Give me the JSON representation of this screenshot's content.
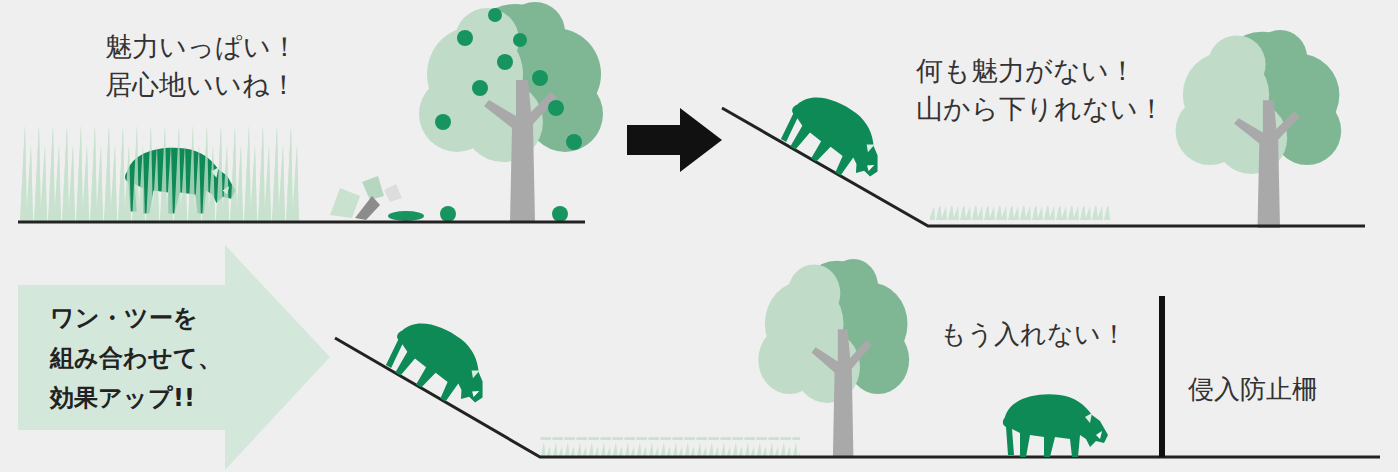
{
  "diagram": {
    "nodes": [
      {
        "text": [
          "ワン・ツーを 組み合わせて、 効果アップ!!"
        ]
      }
    ],
    "labels": [
      "魅力いっぱい！ 居心地いいね！",
      "何も魅力がない！ 山から下りれない！",
      "もう入れない！",
      "侵入防止柵"
    ]
  }
}
